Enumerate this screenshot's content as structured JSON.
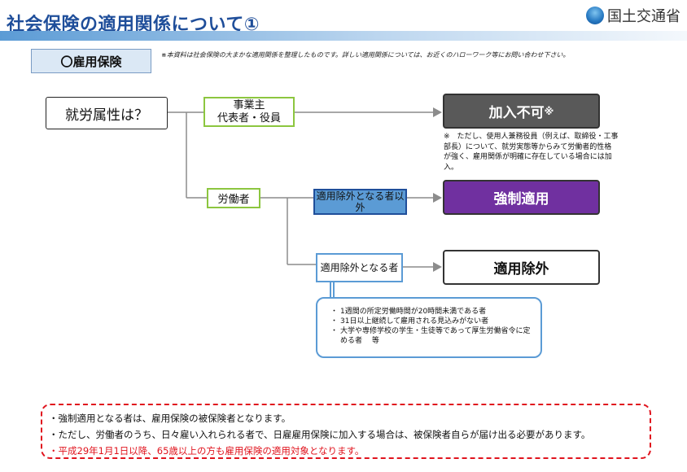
{
  "header": {
    "title": "社会保険の適用関係について①",
    "logo_text": "国土交通省"
  },
  "section": {
    "tag": "〇雇用保険",
    "note": "※本資料は社会保険の大まかな適用関係を整理したものです。詳しい適用関係については、お近くのハローワーク等にお問い合わせ下さい。"
  },
  "flow": {
    "question": "就労属性は？",
    "employer_line1": "事業主",
    "employer_line2": "代表者・役員",
    "worker": "労働者",
    "non_excluded": "適用除外となる者以外",
    "excluded": "適用除外となる者",
    "result_not_eligible": "加入不可",
    "result_not_eligible_mark": "※",
    "result_mandatory": "強制適用",
    "result_exclusion": "適用除外",
    "note_not_eligible": "※　ただし、使用人兼務役員（例えば、取締役・工事部長）について、就労実態等からみて労働者的性格が強く、雇用関係が明確に存在している場合には加入。",
    "conditions": [
      "1週間の所定労働時間が20時間未満である者",
      "31日以上継続して雇用される見込みがない者",
      "大学や専修学校の学生・生徒等であって厚生労働省令に定める者　 等"
    ],
    "condition_bullet": "・"
  },
  "footer": {
    "lines": [
      "・強制適用となる者は、雇用保険の被保険者となります。",
      "・ただし、労働者のうち、日々雇い入れられる者で、日雇雇用保険に加入する場合は、被保険者自らが届け出る必要があります。",
      "・平成29年1月1日以降、65歳以上の方も雇用保険の適用対象となります。"
    ]
  },
  "colors": {
    "title": "#1f4e9a",
    "mandatory": "#7030a0",
    "not_eligible": "#595959",
    "green_border": "#8cc63f",
    "blue": "#5b9bd5",
    "alert_red": "#e0141e"
  }
}
